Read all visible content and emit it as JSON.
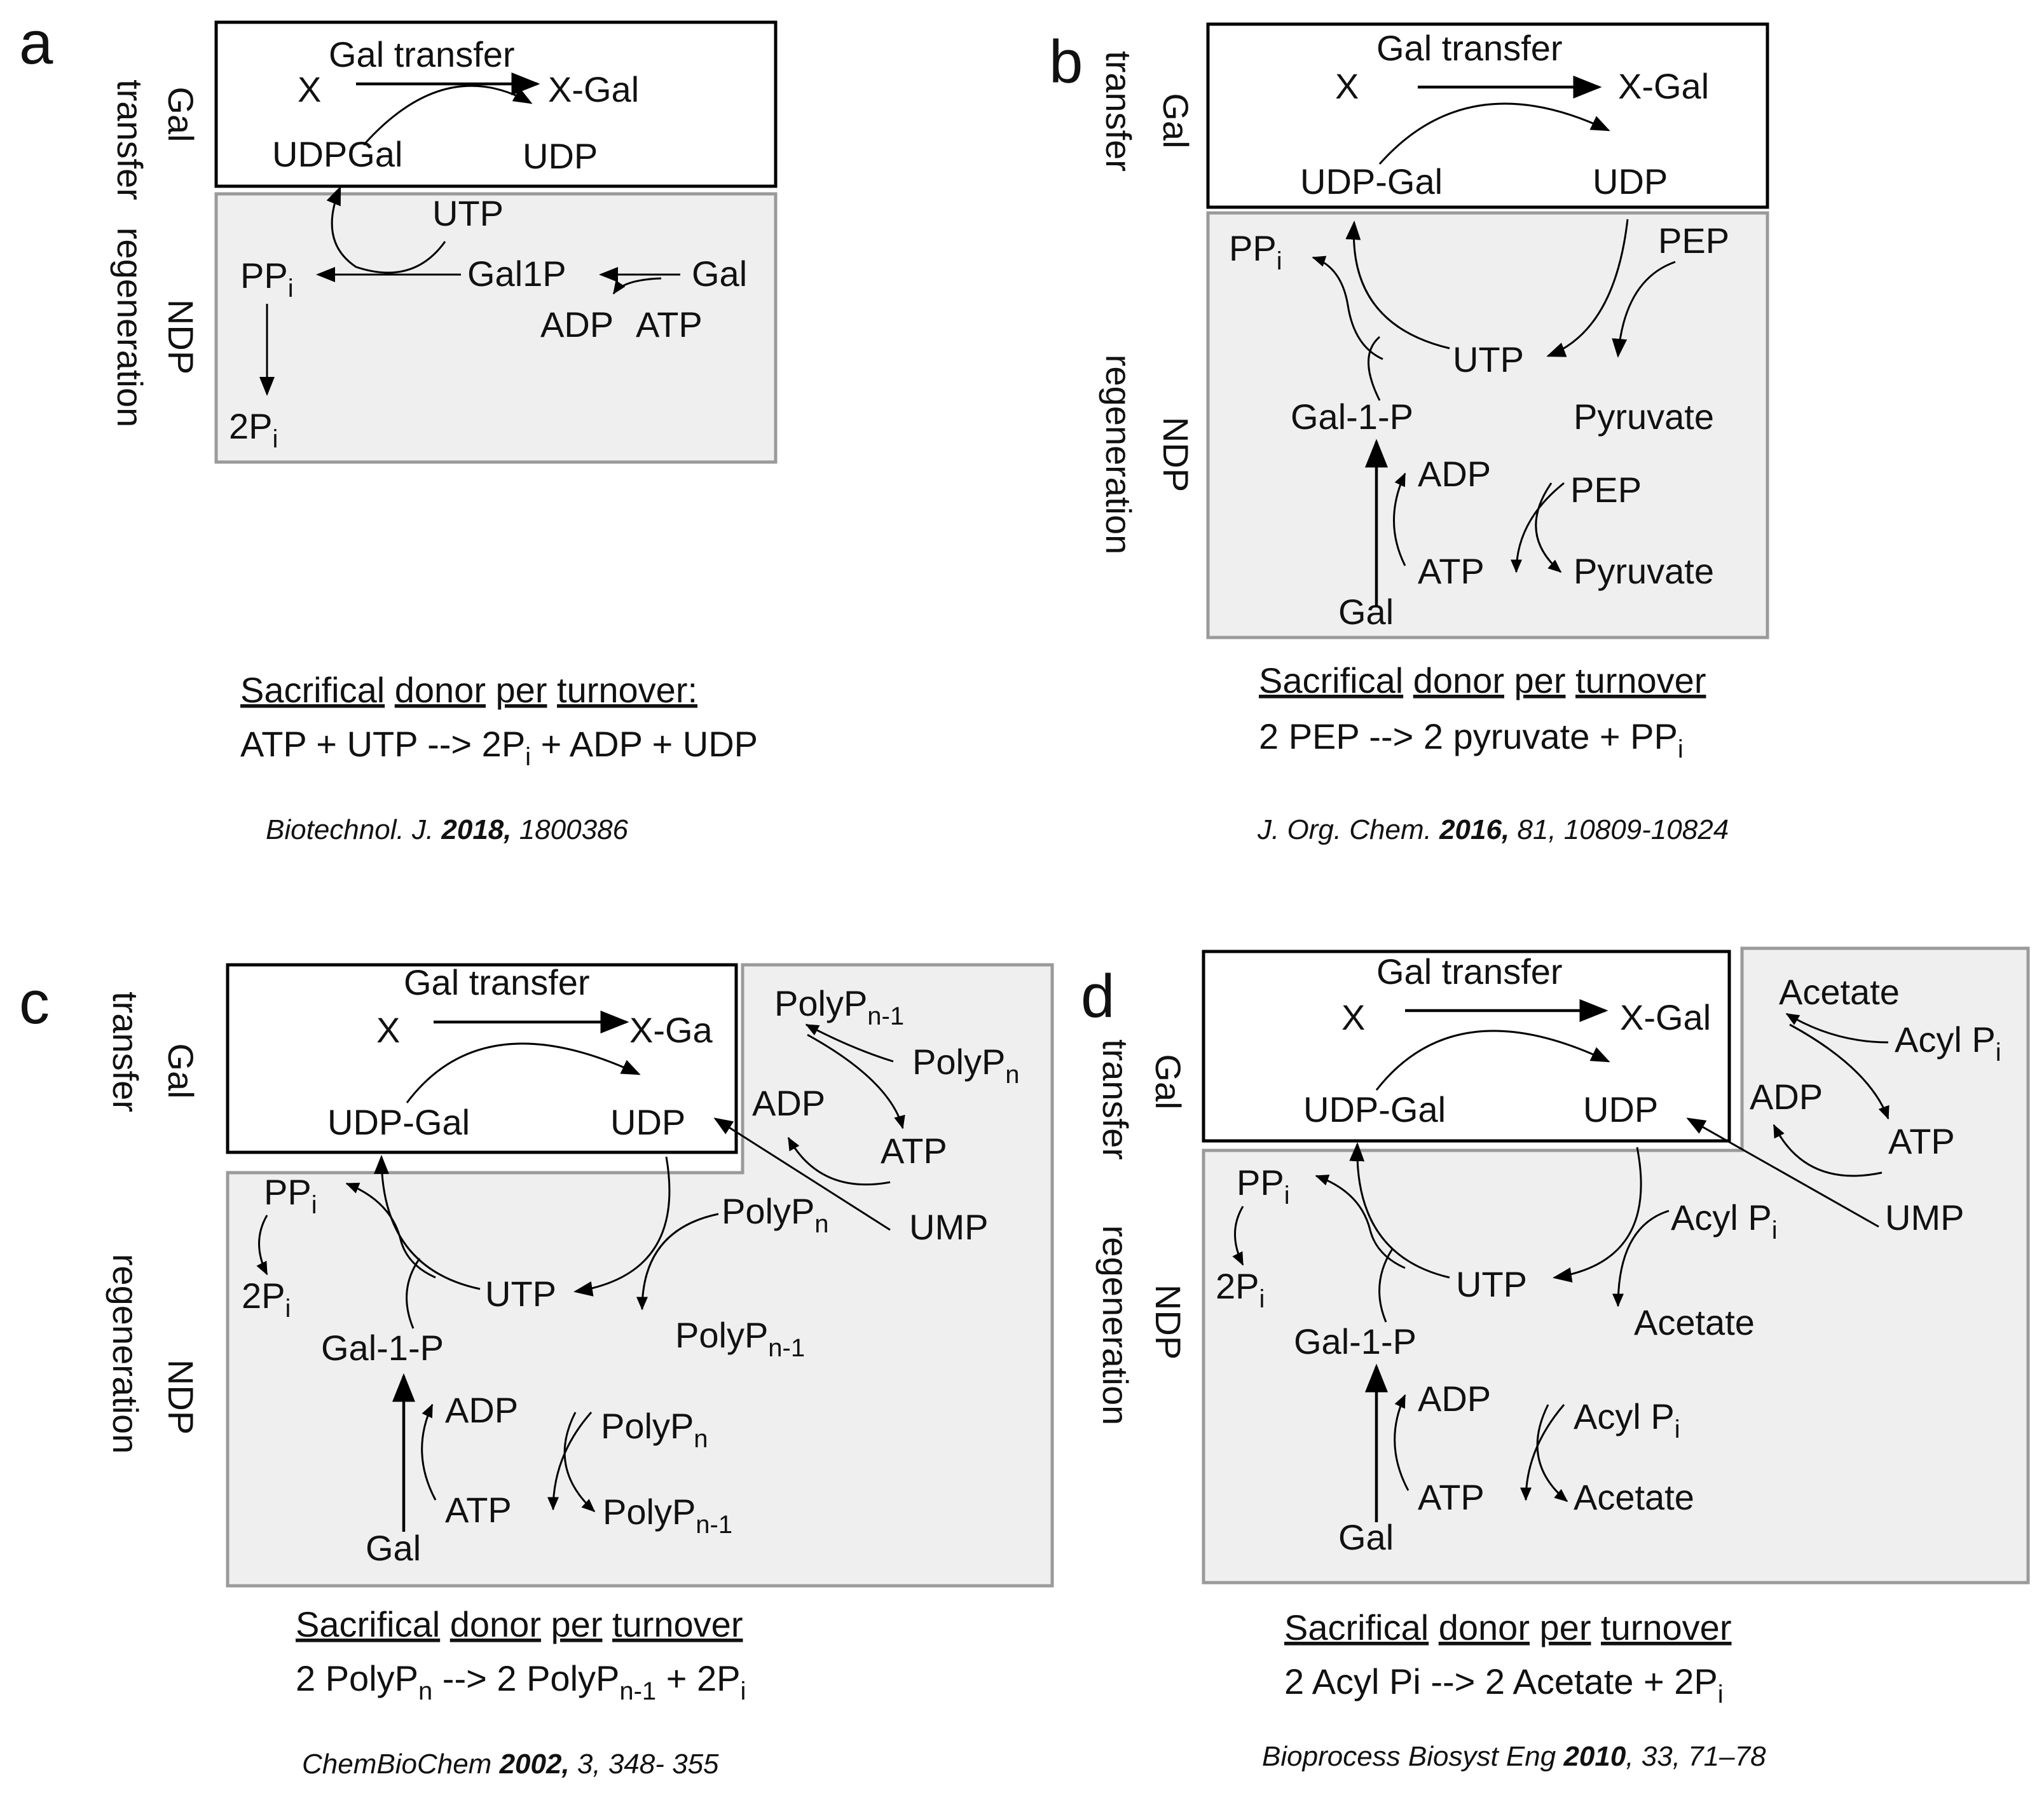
{
  "panels": {
    "a": {
      "letter": "a",
      "side_top": [
        "Gal",
        "transfer"
      ],
      "side_bottom": [
        "NDP",
        "regeneration"
      ],
      "gal_transfer": "Gal transfer",
      "x": "X",
      "x_gal": "X-Gal",
      "udpgal": "UDPGal",
      "udp": "UDP",
      "utp": "UTP",
      "ppi": "PP",
      "ppi_sub": "i",
      "gal1p": "Gal1P",
      "gal": "Gal",
      "adp": "ADP",
      "atp": "ATP",
      "two_pi": "2P",
      "two_pi_sub": "i",
      "donor_words": [
        "Sacrifical",
        "donor",
        "per",
        "turnover:"
      ],
      "eq": {
        "p1": "ATP + UTP --> 2P",
        "s1": "i",
        "p2": " + ADP + UDP"
      },
      "cite": {
        "journal": "Biotechnol. J. ",
        "year": "2018,",
        "rest": " 1800386"
      }
    },
    "b": {
      "letter": "b",
      "side_top": [
        "Gal",
        "transfer"
      ],
      "side_bottom": [
        "NDP",
        "regeneration"
      ],
      "gal_transfer": "Gal transfer",
      "x": "X",
      "x_gal": "X-Gal",
      "udpgal": "UDP-Gal",
      "udp": "UDP",
      "ppi": "PP",
      "ppi_sub": "i",
      "pep1": "PEP",
      "utp": "UTP",
      "gal1p": "Gal-1-P",
      "pyruvate1": "Pyruvate",
      "adp": "ADP",
      "pep2": "PEP",
      "atp": "ATP",
      "pyruvate2": "Pyruvate",
      "gal": "Gal",
      "donor_words": [
        "Sacrifical",
        "donor",
        "per",
        "turnover"
      ],
      "eq": {
        "p1": "2 PEP --> 2 pyruvate + PP",
        "s1": "i"
      },
      "cite": {
        "journal": "J. Org. Chem. ",
        "year": "2016,",
        "rest": " 81, 10809-10824"
      }
    },
    "c": {
      "letter": "c",
      "side_top": [
        "Gal",
        "transfer"
      ],
      "side_bottom": [
        "NDP",
        "regeneration"
      ],
      "gal_transfer": "Gal transfer",
      "x": "X",
      "x_gal": "X-Ga",
      "udpgal": "UDP-Gal",
      "udp": "UDP",
      "polyp_top": "PolyP",
      "polyp_top_sub": "n-1",
      "polyp_right": "PolyP",
      "polyp_right_sub": "n",
      "adp_r": "ADP",
      "atp_r": "ATP",
      "ump": "UMP",
      "polyp_mid": "PolyP",
      "polyp_mid_sub": "n",
      "ppi": "PP",
      "ppi_sub": "i",
      "two_pi": "2P",
      "two_pi_sub": "i",
      "utp": "UTP",
      "polyp_low": "PolyP",
      "polyp_low_sub": "n-1",
      "gal1p": "Gal-1-P",
      "adp": "ADP",
      "polyp_b1": "PolyP",
      "polyp_b1_sub": "n",
      "atp": "ATP",
      "polyp_b2": "PolyP",
      "polyp_b2_sub": "n-1",
      "gal": "Gal",
      "donor_words": [
        "Sacrifical",
        "donor",
        "per",
        "turnover"
      ],
      "eq": {
        "p1": "2 PolyP",
        "s1": "n",
        "p2": " --> 2 PolyP",
        "s2": "n-1",
        "p3": " + 2P",
        "s3": "i"
      },
      "cite": {
        "journal": "ChemBioChem ",
        "year": "2002,",
        "rest": " 3, 348- 355"
      }
    },
    "d": {
      "letter": "d",
      "side_top": [
        "Gal",
        "transfer"
      ],
      "side_bottom": [
        "NDP",
        "regeneration"
      ],
      "gal_transfer": "Gal transfer",
      "x": "X",
      "x_gal": "X-Gal",
      "udpgal": "UDP-Gal",
      "udp": "UDP",
      "acetate_top": "Acetate",
      "acylpi_right": "Acyl P",
      "acylpi_right_sub": "i",
      "adp_r": "ADP",
      "atp_r": "ATP",
      "ump": "UMP",
      "acylpi_mid": "Acyl P",
      "acylpi_mid_sub": "i",
      "ppi": "PP",
      "ppi_sub": "i",
      "two_pi": "2P",
      "two_pi_sub": "i",
      "utp": "UTP",
      "acetate_mid": "Acetate",
      "gal1p": "Gal-1-P",
      "adp": "ADP",
      "acylpi_b": "Acyl P",
      "acylpi_b_sub": "i",
      "atp": "ATP",
      "acetate_b": "Acetate",
      "gal": "Gal",
      "donor_words": [
        "Sacrifical",
        "donor",
        "per",
        "turnover"
      ],
      "eq": {
        "p1": "2 Acyl Pi --> 2 Acetate + 2P",
        "s1": "i"
      },
      "cite": {
        "journal": "Bioprocess Biosyst Eng ",
        "year": "2010",
        "rest": ", 33, 71–78"
      }
    }
  }
}
